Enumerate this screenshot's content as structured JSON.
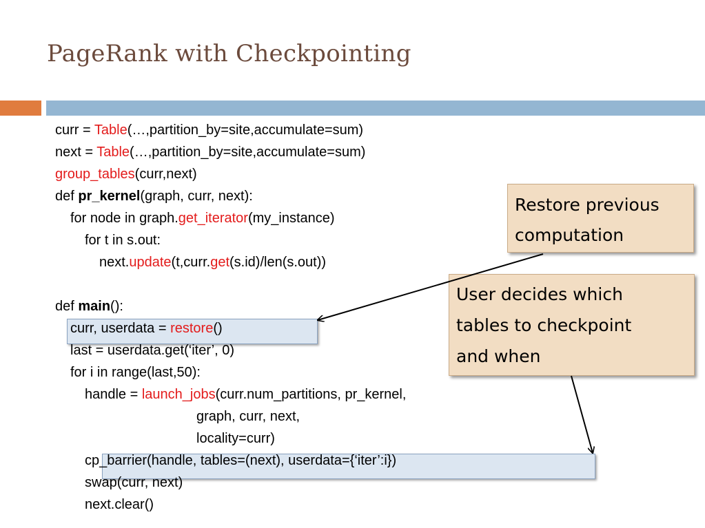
{
  "slide": {
    "title": "PageRank with Checkpointing",
    "accent_orange": "#e07c3e",
    "accent_blue": "#94b6d2"
  },
  "code": {
    "l1": [
      "curr = ",
      "Table",
      "(…,partition_by=site,accumulate=sum)"
    ],
    "l2": [
      "next = ",
      "Table",
      "(…,partition_by=site,accumulate=sum)"
    ],
    "l3": [
      "group_tables",
      "(curr,next)"
    ],
    "l4": [
      "def ",
      "pr_kernel",
      "(graph, curr, next):"
    ],
    "l5": [
      "for node in graph.",
      "get_iterator",
      "(my_instance)"
    ],
    "l6": [
      "for t in s.out:"
    ],
    "l7": [
      "next.",
      "update",
      "(t,curr.",
      "get",
      "(s.id)/len(s.out))"
    ],
    "l8": [
      "def ",
      "main",
      "():"
    ],
    "l9": [
      "curr, userdata = ",
      "restore",
      "()"
    ],
    "l10": [
      "last = userdata.get(‘iter’, 0)"
    ],
    "l11": [
      "for i in range(last,50):"
    ],
    "l12": [
      "handle = ",
      "launch_jobs",
      "(curr.num_partitions, pr_kernel,"
    ],
    "l13": [
      "graph, curr, next,"
    ],
    "l14": [
      "locality=curr)"
    ],
    "l15": [
      "cp_barrier(handle, tables=(next), userdata={‘iter’:i})"
    ],
    "l16": [
      "swap(curr, next)"
    ],
    "l17": [
      "next.clear()"
    ]
  },
  "callouts": {
    "restore": [
      "Restore previous",
      "computation"
    ],
    "checkpoint": [
      "User decides which",
      "tables to checkpoint",
      "and when"
    ]
  }
}
